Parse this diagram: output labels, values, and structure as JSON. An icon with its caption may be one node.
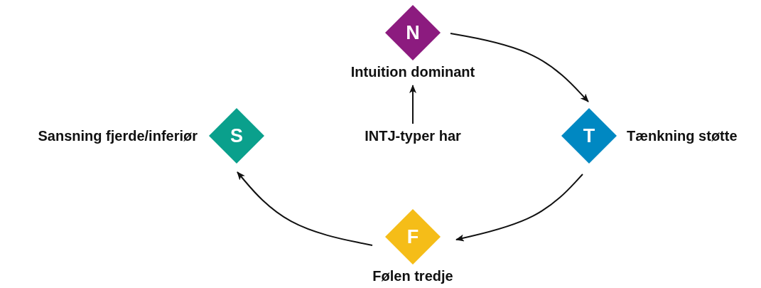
{
  "diagram": {
    "nodes": [
      {
        "text": [
          "N"
        ],
        "beside": [
          "Intuition dominant"
        ]
      },
      {
        "text": [
          "T"
        ],
        "beside": [
          "Tænkning støtte"
        ]
      },
      {
        "text": [
          "F"
        ],
        "beside": [
          "Følen tredje"
        ]
      },
      {
        "text": [
          "S"
        ],
        "beside": [
          "Sansning fjerde/inferiør"
        ]
      },
      {
        "text": [
          "INTJ-typer har"
        ]
      }
    ],
    "edges": [
      {
        "from": 0,
        "to": 1,
        "arrow": "to"
      },
      {
        "from": 1,
        "to": 2,
        "arrow": "to"
      },
      {
        "from": 2,
        "to": 3,
        "arrow": "to"
      },
      {
        "from": 4,
        "to": 0,
        "arrow": "to"
      }
    ]
  }
}
